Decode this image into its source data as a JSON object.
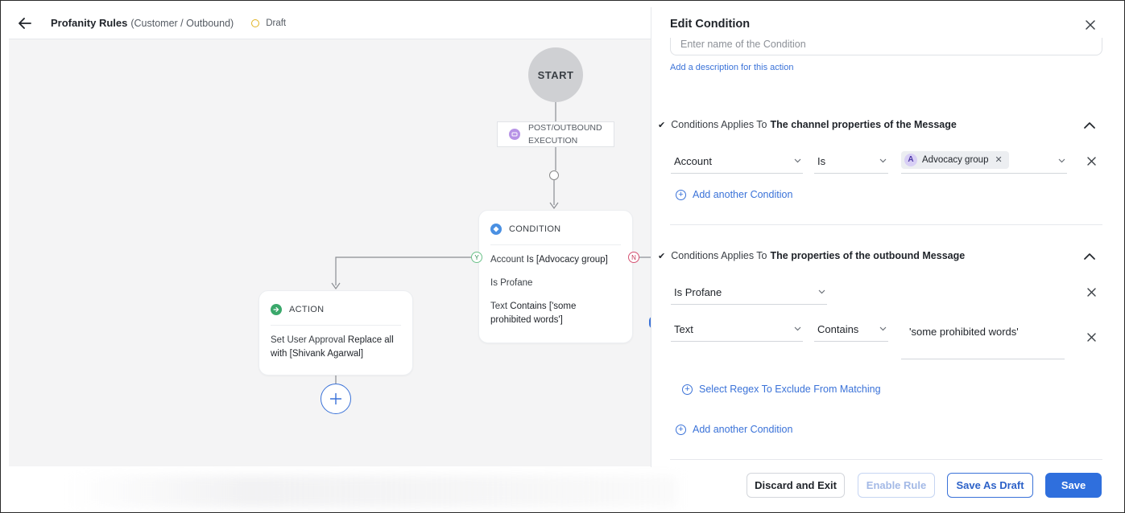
{
  "header": {
    "title": "Profanity Rules",
    "subtitle": "(Customer / Outbound)",
    "status": "Draft"
  },
  "flow": {
    "start_label": "START",
    "trigger_label_line1": "POST/OUTBOUND",
    "trigger_label_line2": "EXECUTION",
    "condition": {
      "header": "CONDITION",
      "lines": [
        {
          "field": "Account",
          "op": "Is",
          "value": "[Advocacy group]"
        },
        {
          "text": "Is Profane"
        },
        {
          "field": "Text",
          "op": "Contains",
          "value_line1": "['some",
          "value_line2": "prohibited words']"
        }
      ],
      "yes_label": "Y",
      "no_label": "N"
    },
    "action": {
      "header": "ACTION",
      "line1_prefix": "Set User Approval",
      "line1_value": "Replace all",
      "line2": "with [Shivank Agarwal]"
    }
  },
  "panel": {
    "title": "Edit Condition",
    "name_placeholder": "Enter name of the Condition",
    "description_link": "Add a description for this action",
    "section1": {
      "label": "Conditions Applies To",
      "value": "The channel properties of the Message",
      "row": {
        "field": "Account",
        "operator": "Is",
        "chip_initial": "A",
        "chip_label": "Advocacy group"
      },
      "add_condition": "Add another Condition"
    },
    "section2": {
      "label": "Conditions Applies To",
      "value": "The properties of the outbound Message",
      "row1": {
        "field": "Is Profane"
      },
      "row2": {
        "field": "Text",
        "operator": "Contains",
        "value": "'some prohibited words'"
      },
      "regex_link": "Select Regex To Exclude From Matching",
      "add_condition": "Add another Condition"
    }
  },
  "footer": {
    "discard": "Discard and Exit",
    "enable": "Enable Rule",
    "save_draft": "Save As Draft",
    "save": "Save"
  },
  "colors": {
    "accent": "#2f6fdd",
    "draft_dot": "#e0b321",
    "yes": "#6cc28a",
    "no": "#d55272"
  }
}
